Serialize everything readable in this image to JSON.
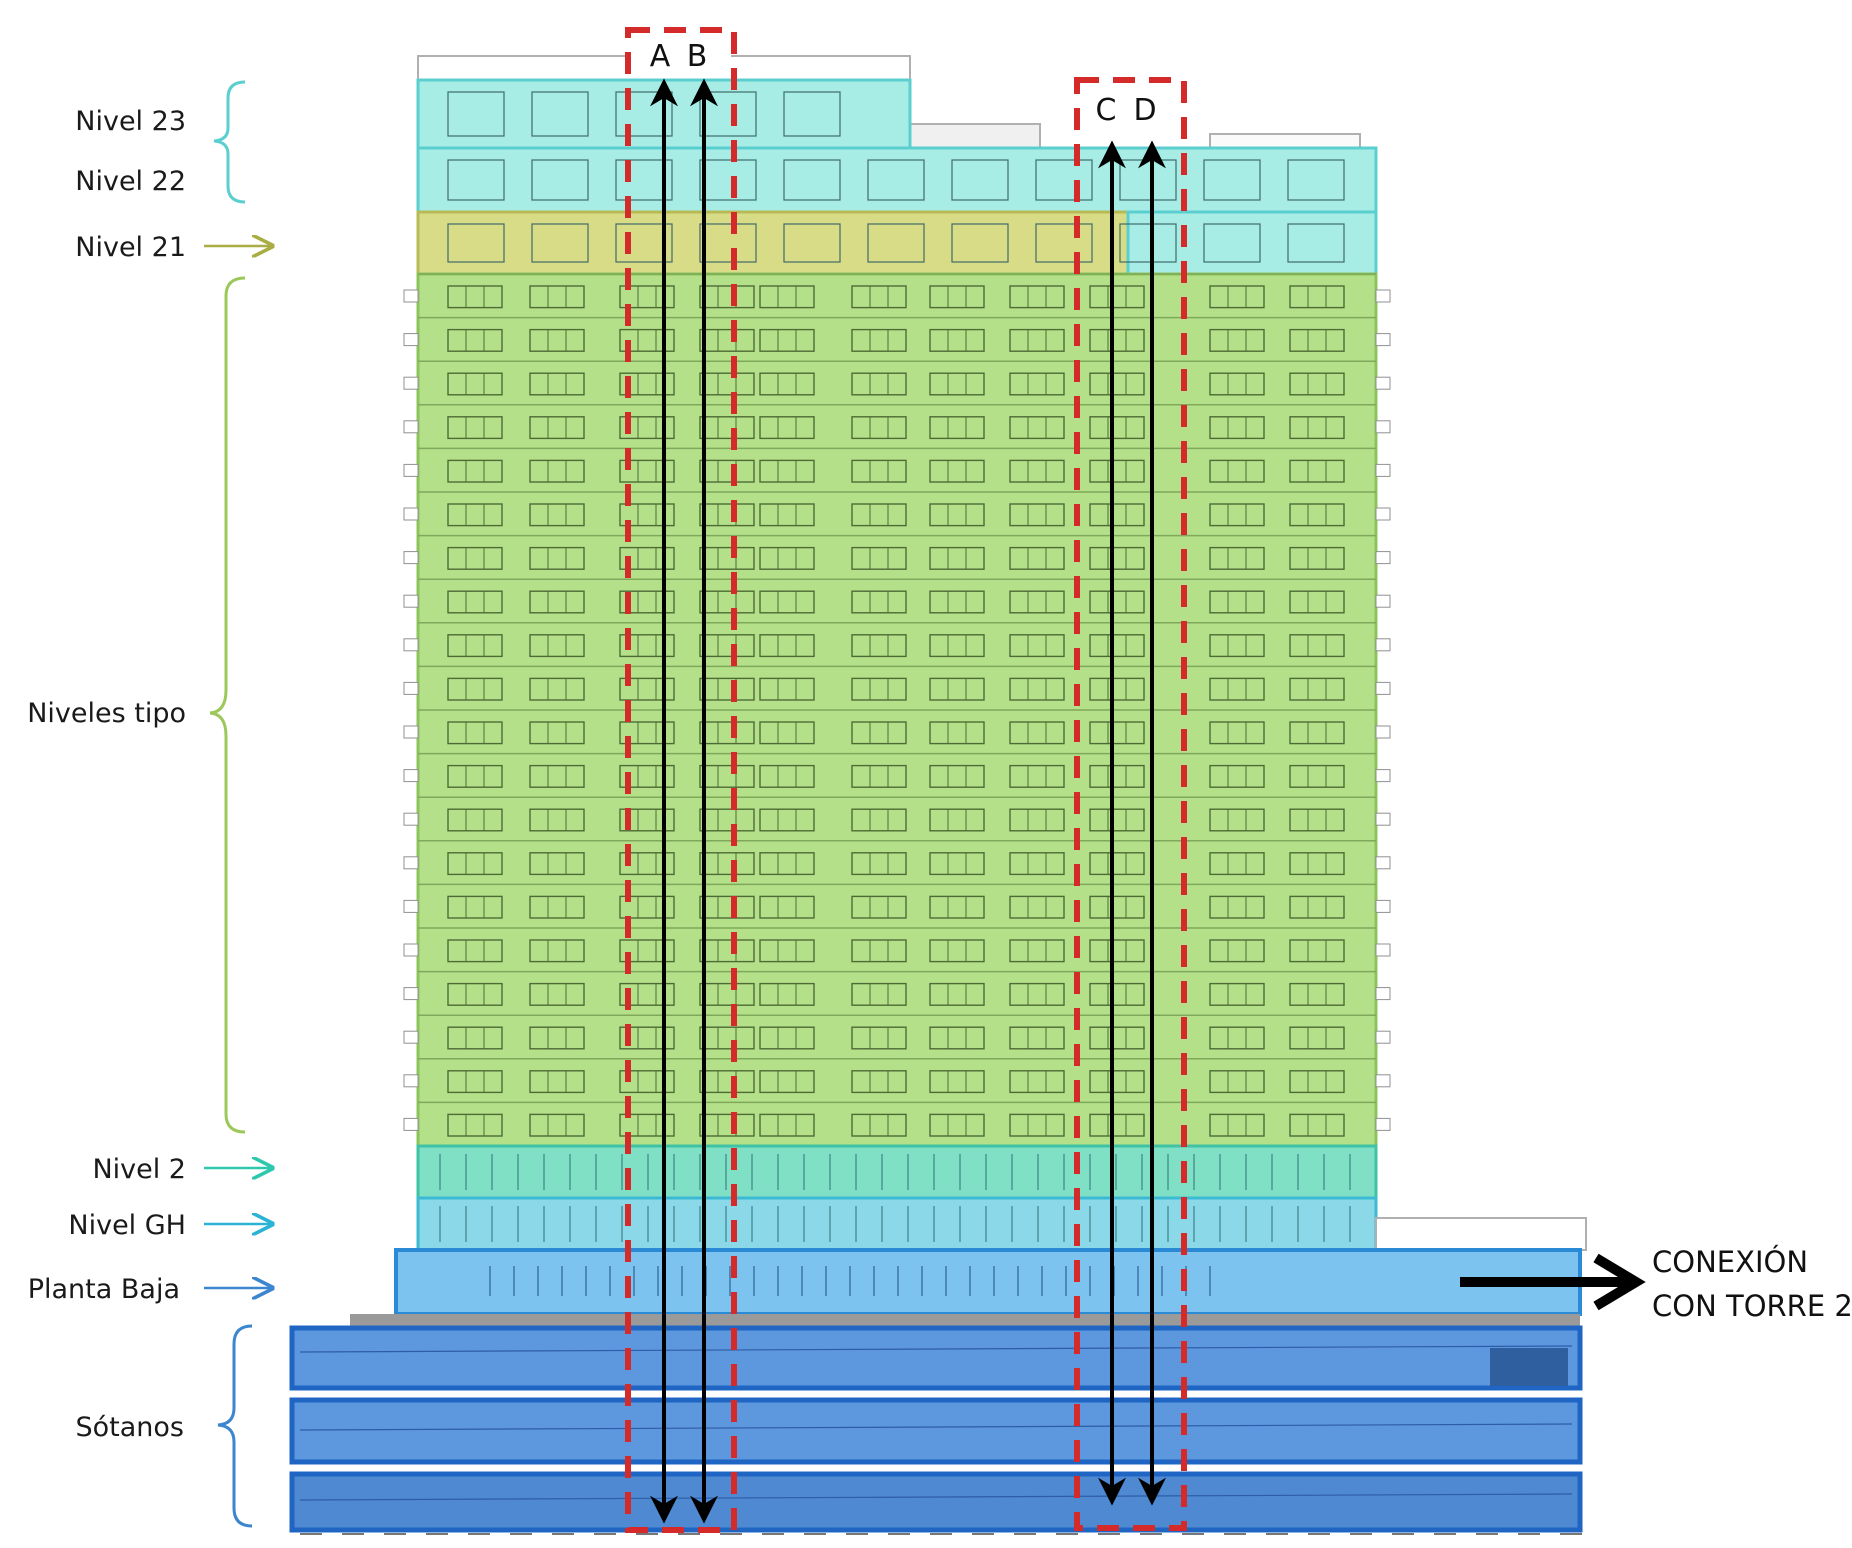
{
  "labels": {
    "nivel23": "Nivel 23",
    "nivel22": "Nivel 22",
    "nivel21": "Nivel 21",
    "niveles_tipo": "Niveles tipo",
    "nivel2": "Nivel 2",
    "nivel_gh": "Nivel GH",
    "planta_baja": "Planta Baja",
    "sotanos": "Sótanos"
  },
  "shafts": [
    "A",
    "B",
    "C",
    "D"
  ],
  "connection": {
    "line1": "CONEXIÓN",
    "line2": "CON TORRE 2"
  },
  "colors": {
    "roof_cyan": "#a8ece6",
    "level21_yellow": "#d9dc86",
    "typical_green": "#b5e08a",
    "level2_teal": "#7fe0c6",
    "gh_cyan": "#8ad8e8",
    "ground_blue": "#7cc3ef",
    "basement_blue": "#5d97de",
    "basement_border": "#1f66c4",
    "shaft_dash_red": "#d42a2a",
    "bracket_green": "#9cc85a",
    "bracket_blue": "#3b86cf"
  },
  "icons": [
    "arrow-right-icon",
    "double-arrow-icon",
    "bracket-icon"
  ]
}
